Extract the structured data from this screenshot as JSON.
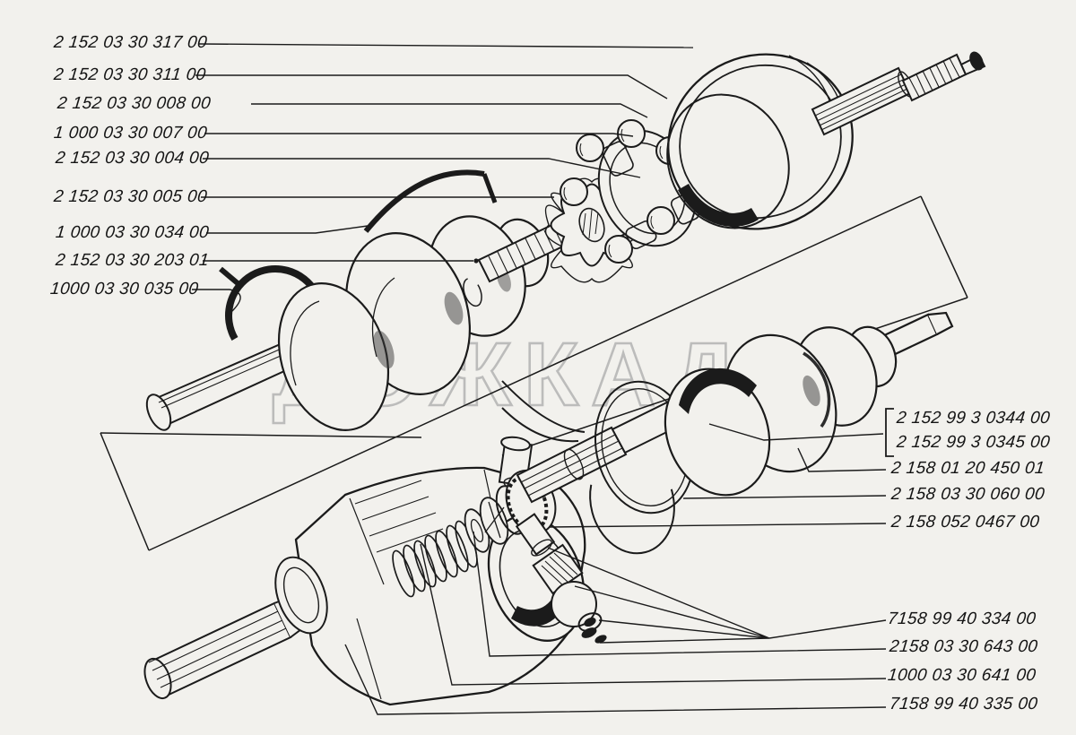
{
  "watermark": {
    "text": "ДОЖКАДЬ"
  },
  "colors": {
    "ink": "#1b1b1b",
    "paper": "#f2f1ed",
    "watermark": "#b3b3b3"
  },
  "labels": {
    "upper_left": [
      "2 152 03 30 317 00",
      "2 152 03 30 311 00",
      "2 152 03 30 008 00",
      "1 000 03 30 007 00",
      "2 152 03 30 004 00",
      "2 152 03 30 005 00",
      "1 000 03 30 034 00",
      "2 152 03 30 203 01",
      "1000 03 30 035 00"
    ],
    "right": [
      "2 152 99 3 0344 00",
      "2 152 99 3 0345 00",
      "2 158 01 20 450 01",
      "2 158 03 30 060 00",
      "2 158 052 0467 00"
    ],
    "bottom_right": [
      "7158 99 40 334 00",
      "2158 03 30 643 00",
      "1000 03 30 641 00",
      "7158 99 40 335 00"
    ]
  }
}
